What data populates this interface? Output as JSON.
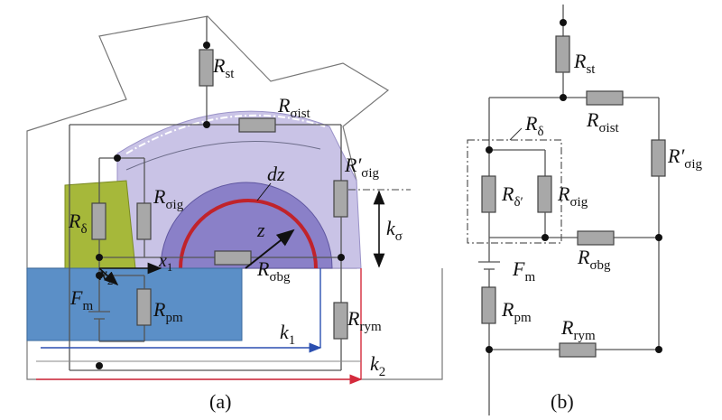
{
  "panel_a": {
    "caption": "(a)",
    "labels": {
      "R_st": {
        "main": "R",
        "sub": "st"
      },
      "R_sigma_ist": {
        "main": "R",
        "sub": "σist"
      },
      "R_sigma_ig_prime": {
        "main": "R′",
        "sub": "σig"
      },
      "R_sigma_ig": {
        "main": "R",
        "sub": "σig"
      },
      "R_delta": {
        "main": "R",
        "sub": "δ"
      },
      "R_sigma_bg": {
        "main": "R",
        "sub": "σbg"
      },
      "R_pm": {
        "main": "R",
        "sub": "pm"
      },
      "R_rym": {
        "main": "R",
        "sub": "rym"
      },
      "F_m": {
        "main": "F",
        "sub": "m"
      },
      "dz": "dz",
      "z": "z",
      "x1": {
        "main": "x",
        "sub": "1"
      },
      "x2": {
        "main": "x",
        "sub": "2"
      },
      "k_sigma": {
        "main": "k",
        "sub": "σ"
      },
      "k1": {
        "main": "k",
        "sub": "1"
      },
      "k2": {
        "main": "k",
        "sub": "2"
      }
    }
  },
  "panel_b": {
    "caption": "(b)",
    "labels": {
      "R_st": {
        "main": "R",
        "sub": "st"
      },
      "R_sigma_ist": {
        "main": "R",
        "sub": "σist"
      },
      "R_sigma_ig_prime": {
        "main": "R′",
        "sub": "σig"
      },
      "R_delta": {
        "main": "R",
        "sub": "δ"
      },
      "R_delta_prime": {
        "main": "R",
        "sub": "δ′"
      },
      "R_sigma_ig": {
        "main": "R",
        "sub": "σig"
      },
      "R_sigma_bg": {
        "main": "R",
        "sub": "σbg"
      },
      "F_m": {
        "main": "F",
        "sub": "m"
      },
      "R_pm": {
        "main": "R",
        "sub": "pm"
      },
      "R_rym": {
        "main": "R",
        "sub": "rym"
      }
    }
  },
  "colors": {
    "stator_fill": "#ffffff",
    "arc_region": "#c9c3e6",
    "inner_semicircle": "#8a80c8",
    "green_region": "#a6b83a",
    "magnet_blue": "#5b8fc7",
    "red_arc": "#c0232b",
    "arrow_blue": "#2b4fb0",
    "arrow_red": "#d42a3c"
  }
}
